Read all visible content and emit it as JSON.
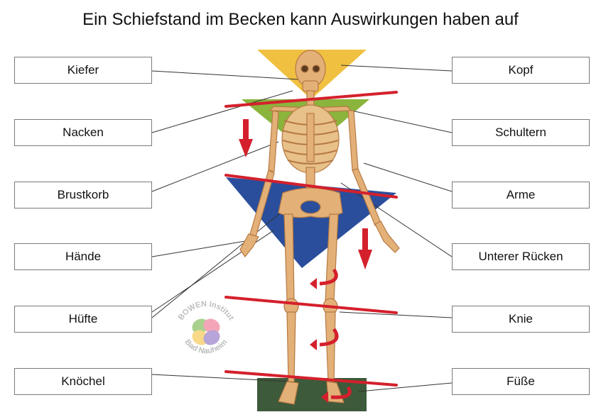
{
  "title": "Ein Schiefstand im Becken kann Auswirkungen haben auf",
  "labels_left": [
    "Kiefer",
    "Nacken",
    "Brustkorb",
    "Hände",
    "Hüfte",
    "Knöchel"
  ],
  "labels_right": [
    "Kopf",
    "Schultern",
    "Arme",
    "Unterer Rücken",
    "Knie",
    "Füße"
  ],
  "logo": {
    "top_text": "BOWEN Institut",
    "bottom_text": "Bad Nauheim"
  },
  "colors": {
    "head_triangle": "#f0c040",
    "shoulder_triangle": "#8ab43c",
    "pelvis_triangle": "#2a4e9c",
    "feet_base": "#3d5a3a",
    "tilt_lines": "#d4202c",
    "bone": "#e3b078"
  }
}
